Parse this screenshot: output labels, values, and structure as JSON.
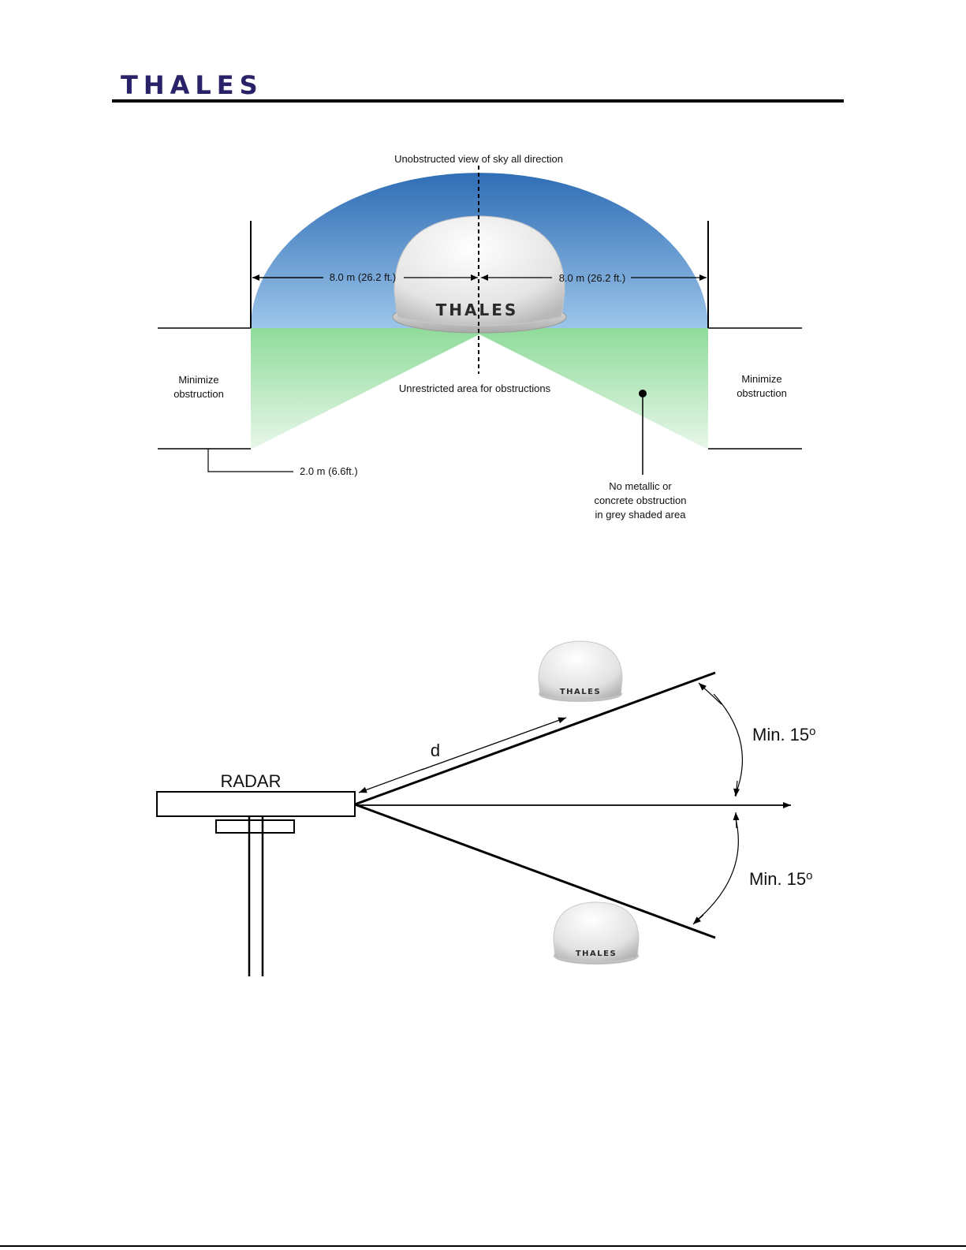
{
  "header": {
    "logo_text": "THALES",
    "brand_color": "#2a2268"
  },
  "diagram1": {
    "top_label": "Unobstructed view of sky all direction",
    "left_distance": "8.0 m (26.2 ft.)",
    "right_distance": "8.0 m (26.2 ft.)",
    "dome_brand": "THALES",
    "center_label": "Unrestricted area for obstructions",
    "left_zone": [
      "Minimize",
      "obstruction"
    ],
    "right_zone": [
      "Minimize",
      "obstruction"
    ],
    "height_label": "2.0 m (6.6ft.)",
    "callout": [
      "No metallic or",
      "concrete obstruction",
      "in grey shaded area"
    ],
    "colors": {
      "sky_top": "#2f6db5",
      "sky_bottom": "#9cc5ea",
      "zone_green": "#8fdb9a"
    }
  },
  "diagram2": {
    "radar_label": "RADAR",
    "distance_label": "d",
    "angle_upper": "Min. 15",
    "angle_lower": "Min. 15",
    "degree_mark": "o",
    "dome_brand_upper": "THALES",
    "dome_brand_lower": "THALES"
  }
}
